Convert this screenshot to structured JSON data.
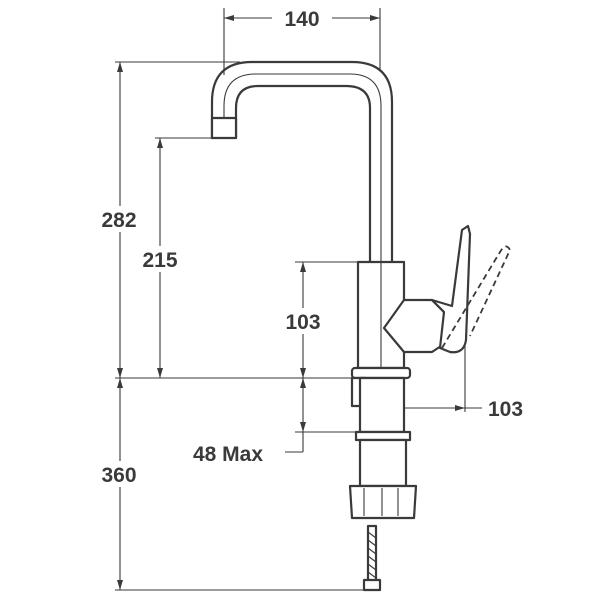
{
  "dimensions": {
    "spout_reach": "140",
    "total_height": "282",
    "spout_height": "215",
    "body_height": "103",
    "lever_reach": "103",
    "deck_thickness": "48 Max",
    "hose_length": "360"
  },
  "colors": {
    "line": "#3a3a3a",
    "background": "#ffffff"
  }
}
